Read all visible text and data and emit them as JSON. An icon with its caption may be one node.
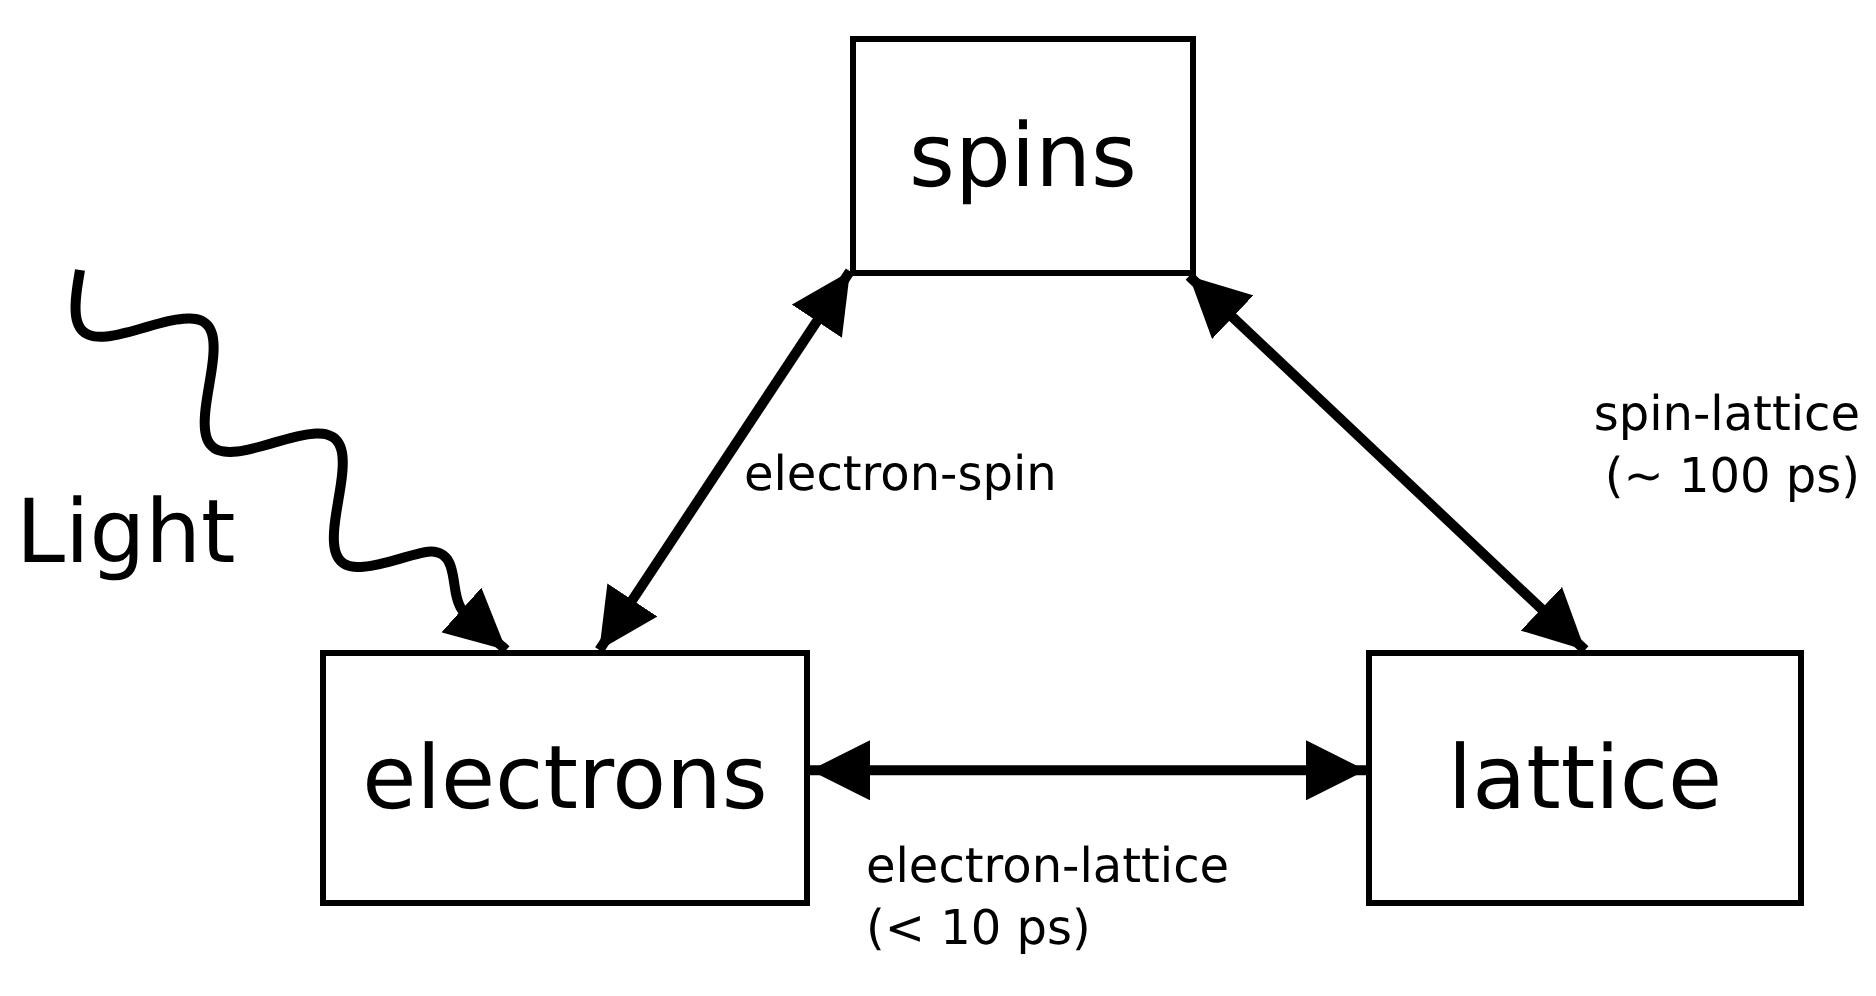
{
  "diagram": {
    "nodes": [
      {
        "text": [
          "spins"
        ]
      },
      {
        "text": [
          "electrons"
        ]
      },
      {
        "text": [
          "lattice"
        ]
      }
    ],
    "edges": [
      {
        "from": 1,
        "to": 0,
        "arrow": "both",
        "label": "electron-spin"
      },
      {
        "from": 0,
        "to": 2,
        "arrow": "both",
        "label": "spin-lattice (~ 100 ps)"
      },
      {
        "from": 1,
        "to": 2,
        "arrow": "both",
        "label": "electron-lattice (< 10 ps)"
      },
      {
        "from": null,
        "to": 1,
        "arrow": "to",
        "label": "Light"
      }
    ]
  }
}
